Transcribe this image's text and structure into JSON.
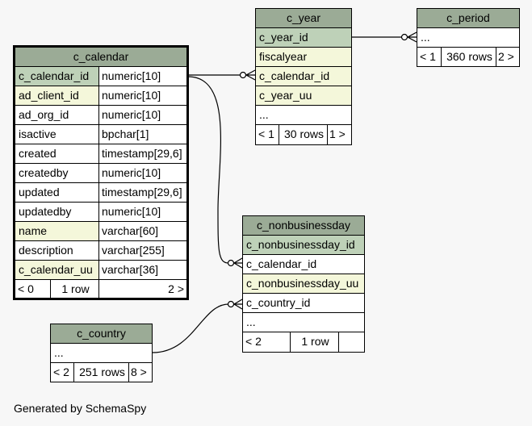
{
  "tables": {
    "c_calendar": {
      "name": "c_calendar",
      "columns": [
        {
          "name": "c_calendar_id",
          "type": "numeric[10]"
        },
        {
          "name": "ad_client_id",
          "type": "numeric[10]"
        },
        {
          "name": "ad_org_id",
          "type": "numeric[10]"
        },
        {
          "name": "isactive",
          "type": "bpchar[1]"
        },
        {
          "name": "created",
          "type": "timestamp[29,6]"
        },
        {
          "name": "createdby",
          "type": "numeric[10]"
        },
        {
          "name": "updated",
          "type": "timestamp[29,6]"
        },
        {
          "name": "updatedby",
          "type": "numeric[10]"
        },
        {
          "name": "name",
          "type": "varchar[60]"
        },
        {
          "name": "description",
          "type": "varchar[255]"
        },
        {
          "name": "c_calendar_uu",
          "type": "varchar[36]"
        }
      ],
      "footer": {
        "parents": "< 0",
        "rows": "1 row",
        "children": "2 >"
      }
    },
    "c_year": {
      "name": "c_year",
      "columns": [
        "c_year_id",
        "fiscalyear",
        "c_calendar_id",
        "c_year_uu",
        "..."
      ],
      "footer": {
        "parents": "< 1",
        "rows": "30 rows",
        "children": "1 >"
      }
    },
    "c_period": {
      "name": "c_period",
      "columns": [
        "..."
      ],
      "footer": {
        "parents": "< 1",
        "rows": "360 rows",
        "children": "2 >"
      }
    },
    "c_nonbusinessday": {
      "name": "c_nonbusinessday",
      "columns": [
        "c_nonbusinessday_id",
        "c_calendar_id",
        "c_nonbusinessday_uu",
        "c_country_id",
        "..."
      ],
      "footer": {
        "parents": "< 2",
        "rows": "1 row",
        "children": ""
      }
    },
    "c_country": {
      "name": "c_country",
      "columns": [
        "..."
      ],
      "footer": {
        "parents": "< 2",
        "rows": "251 rows",
        "children": "8 >"
      }
    }
  },
  "colors": {
    "header": "#9bab96",
    "primary_key": "#bed1b8",
    "foreign_key": "#f4f7da",
    "background": "#f7f7f7"
  },
  "generated_by": "Generated by SchemaSpy"
}
